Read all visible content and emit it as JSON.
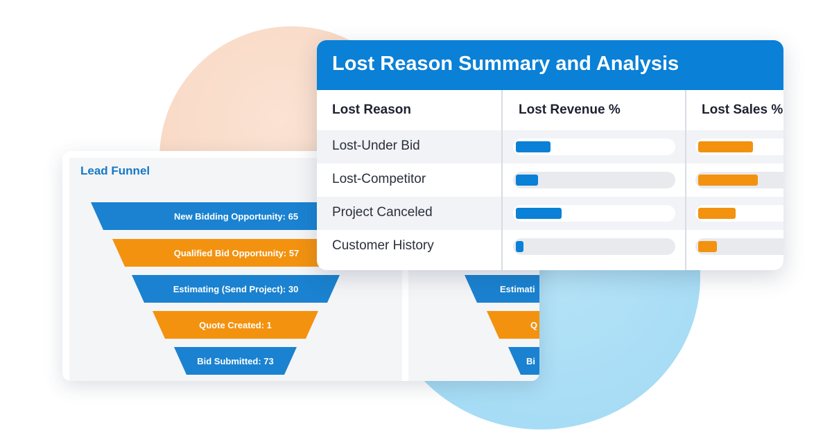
{
  "colors": {
    "blue": "#0a80d6",
    "orange": "#f2920f",
    "funnel_blue": "#1a82d0",
    "funnel_orange": "#f3920f"
  },
  "funnel": {
    "title": "Lead Funnel",
    "stages": [
      {
        "label": "New Bidding Opportunity: 65",
        "color": "blue"
      },
      {
        "label": "Qualified Bid Opportunity: 57",
        "color": "orange"
      },
      {
        "label": "Estimating (Send Project): 30",
        "color": "blue"
      },
      {
        "label": "Quote Created: 1",
        "color": "orange"
      },
      {
        "label": "Bid Submitted: 73",
        "color": "blue"
      }
    ],
    "second_stages": [
      {
        "label": "Estimati",
        "color": "blue"
      },
      {
        "label": "Q",
        "color": "orange"
      },
      {
        "label": "Bi",
        "color": "blue"
      }
    ]
  },
  "lost": {
    "title": "Lost Reason Summary and Analysis",
    "columns": [
      "Lost Reason",
      "Lost Revenue %",
      "Lost Sales %"
    ],
    "rows": [
      {
        "reason": "Lost-Under Bid",
        "revenue_pct": 22,
        "sales_pct": 35
      },
      {
        "reason": "Lost-Competitor",
        "revenue_pct": 14,
        "sales_pct": 38
      },
      {
        "reason": "Project Canceled",
        "revenue_pct": 29,
        "sales_pct": 24
      },
      {
        "reason": "Customer History",
        "revenue_pct": 5,
        "sales_pct": 12
      }
    ]
  }
}
